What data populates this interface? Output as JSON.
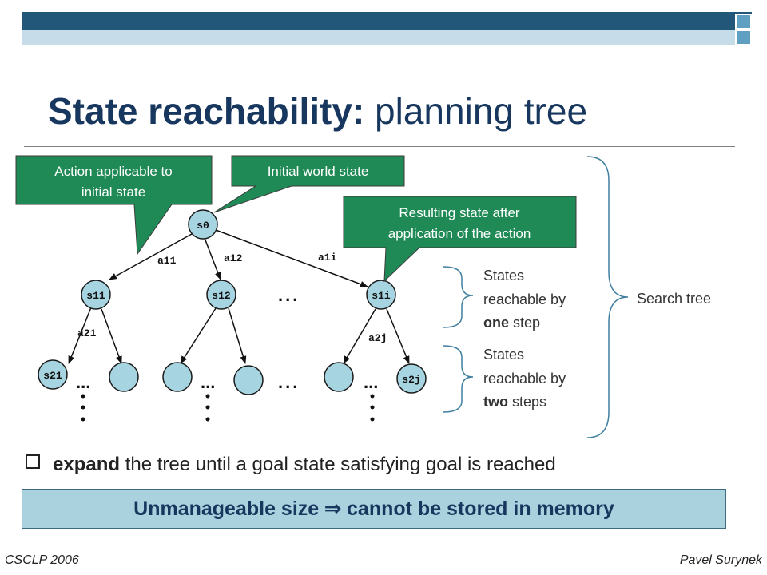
{
  "header": {
    "bar_colors": {
      "main": "#22577a",
      "light": "#c6dde9",
      "accent": "#5f9fc1"
    }
  },
  "title": {
    "bold": "State reachability:",
    "rest": " planning tree"
  },
  "tree": {
    "nodes": {
      "s0": "s0",
      "s11": "s11",
      "s12": "s12",
      "s1i": "s1i",
      "s21": "s21",
      "s2j": "s2j"
    },
    "edges": {
      "a11": "a11",
      "a12": "a12",
      "a1i": "a1i",
      "a21": "a21",
      "a2j": "a2j"
    },
    "ellipsis": "...",
    "node_fill": "#a6d4e0",
    "callout_fill": "#1f8a55"
  },
  "callouts": {
    "action": [
      "Action applicable to",
      "initial state"
    ],
    "initial": [
      "Initial world state"
    ],
    "result": [
      "Resulting state after",
      "application of the action"
    ]
  },
  "brackets": {
    "one_step": {
      "line1": "States",
      "line2": "reachable by",
      "bold": "one",
      "suffix": " step"
    },
    "two_steps": {
      "line1": "States",
      "line2": "reachable by",
      "bold": "two",
      "suffix": " steps"
    },
    "search_tree": "Search tree"
  },
  "bullet": {
    "bold": "expand",
    "rest": " the tree until a goal state satisfying goal is reached"
  },
  "banner": {
    "text": "Unmanageable size ⇒ cannot be stored in memory"
  },
  "footer": {
    "left": "CSCLP 2006",
    "right": "Pavel Surynek"
  }
}
